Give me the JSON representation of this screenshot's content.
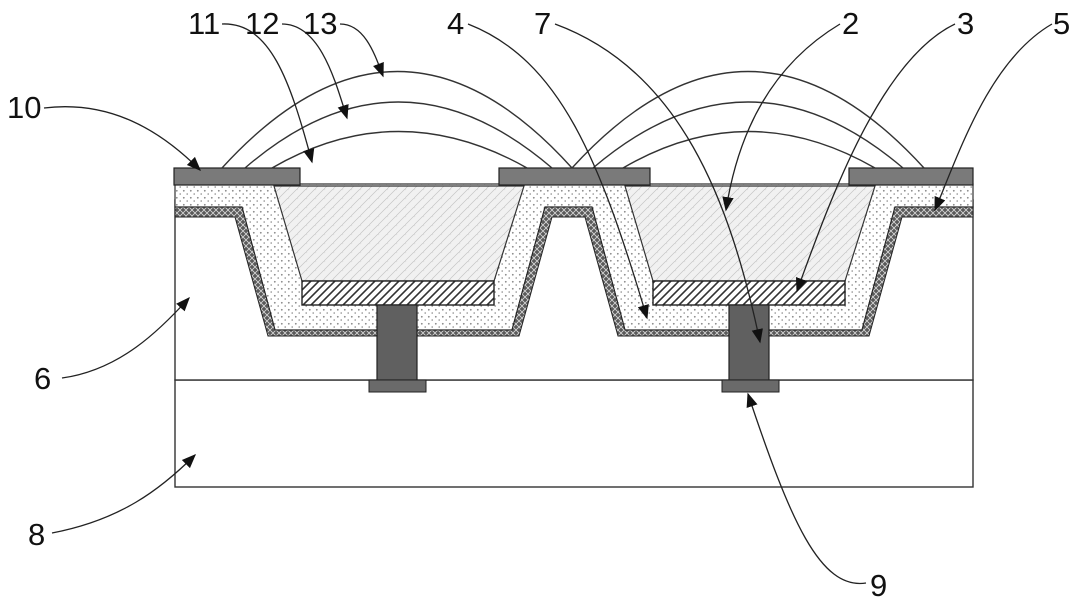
{
  "figure": {
    "labels": {
      "l2": "2",
      "l3": "3",
      "l4": "4",
      "l5": "5",
      "l6": "6",
      "l7": "7",
      "l8": "8",
      "l9": "9",
      "l10": "10",
      "l11": "11",
      "l12": "12",
      "l13": "13"
    }
  }
}
